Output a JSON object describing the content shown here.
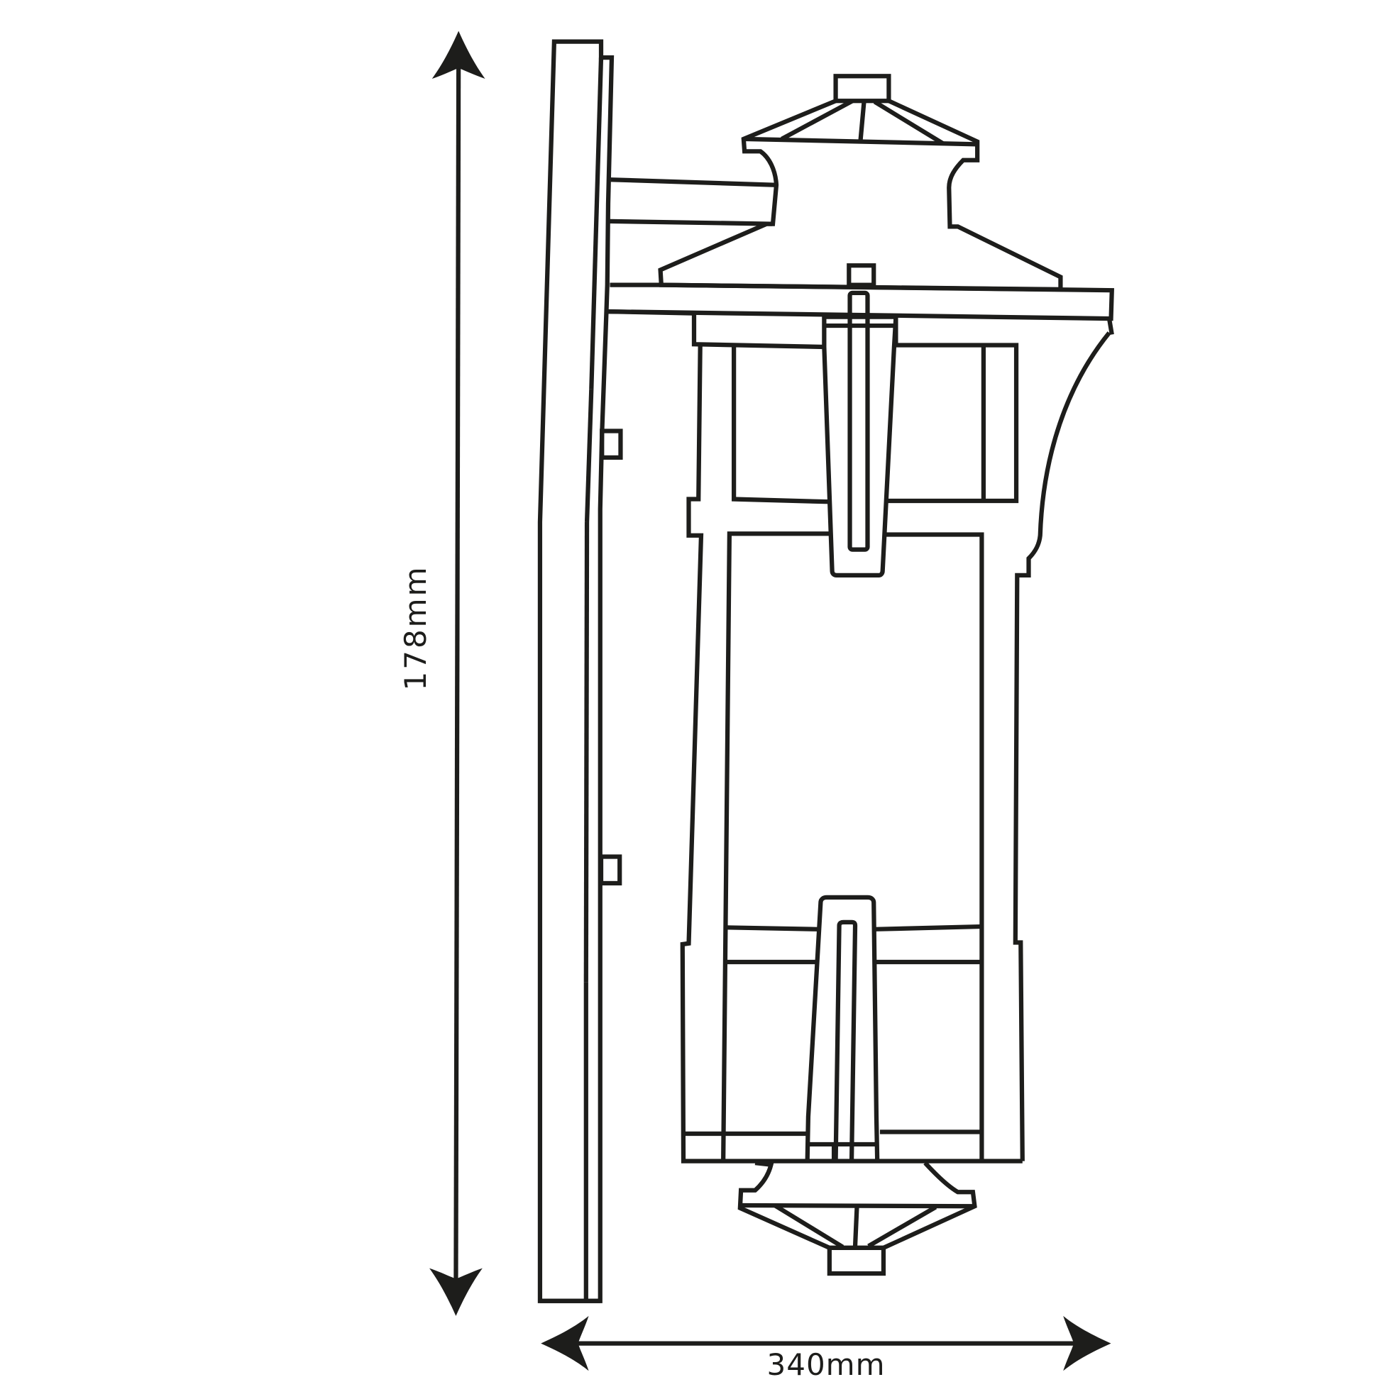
{
  "diagram": {
    "subject": "Wall lantern side elevation technical drawing",
    "line_color": "#1d1d1b",
    "background_color": "#ffffff",
    "dimensions": {
      "height": {
        "label": "178mm",
        "orientation": "vertical"
      },
      "width": {
        "label": "340mm",
        "orientation": "horizontal"
      }
    },
    "parts": [
      "wall-backplate",
      "mounting-arm",
      "lantern-roof",
      "roof-finial",
      "upper-canopy",
      "lantern-body",
      "glass-panels",
      "lamp-holder",
      "support-bracket",
      "bottom-cap",
      "bottom-finial"
    ]
  }
}
